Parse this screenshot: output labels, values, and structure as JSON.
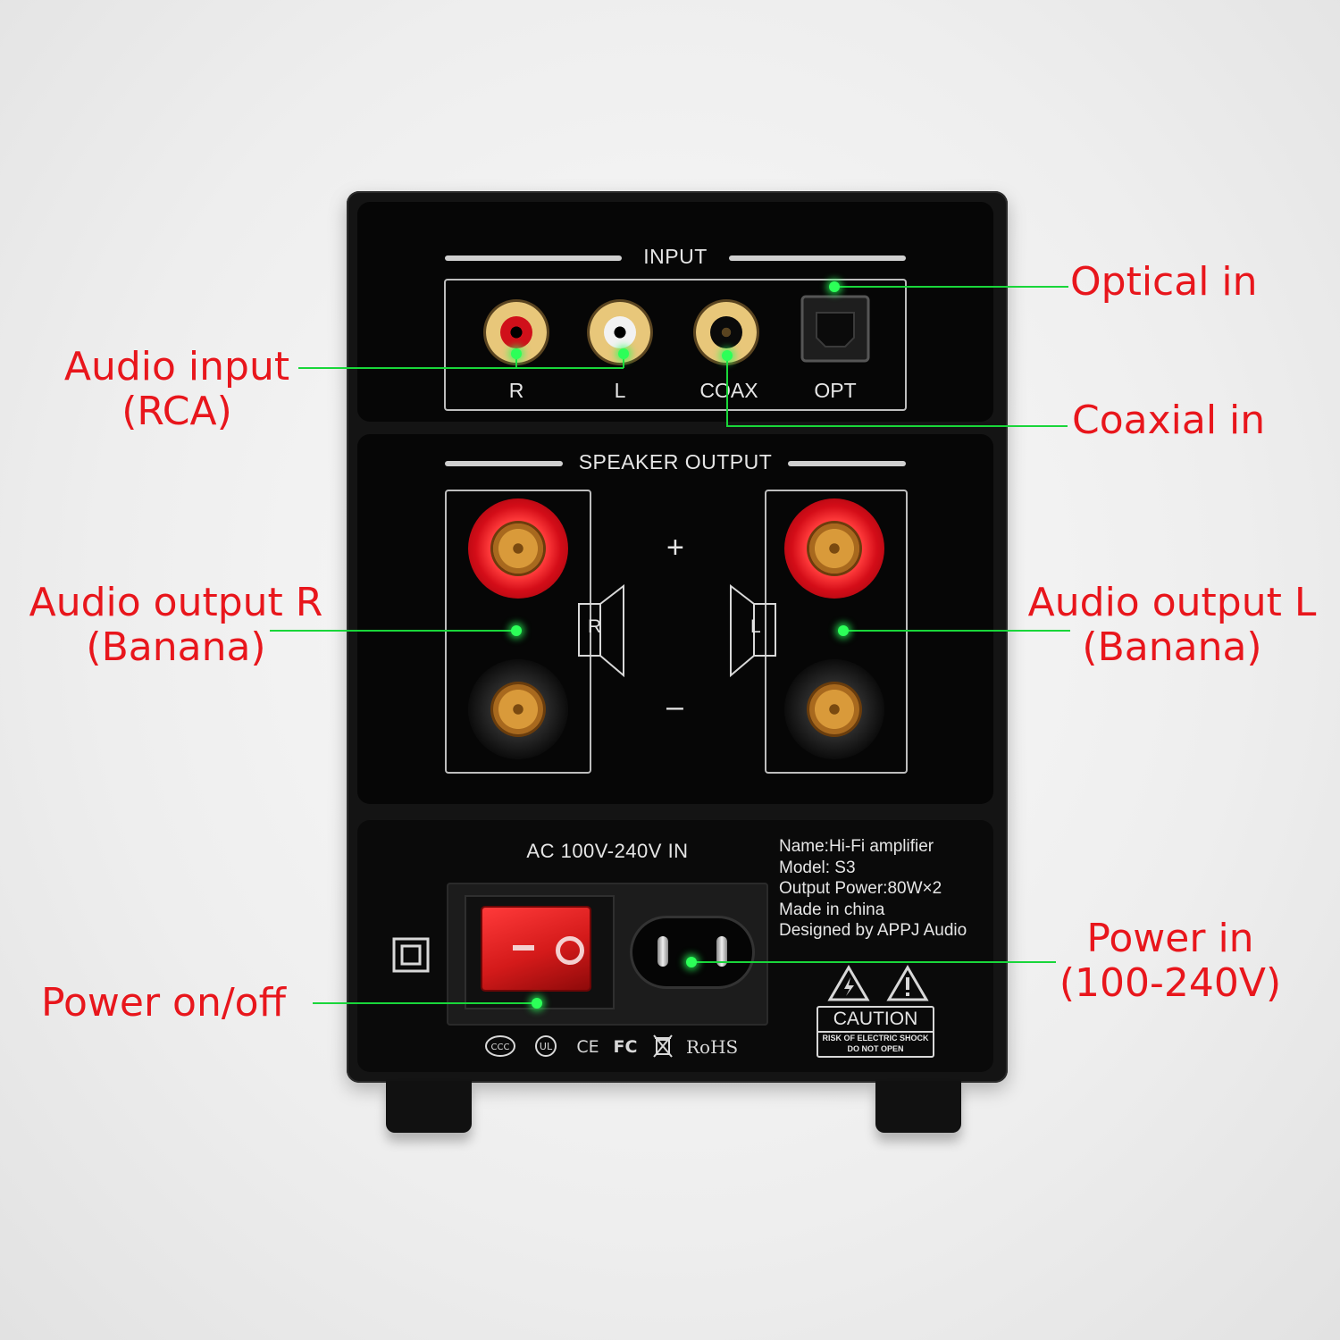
{
  "callouts": {
    "optical_in": "Optical in",
    "audio_input": [
      "Audio input",
      "(RCA)"
    ],
    "coaxial_in": "Coaxial in",
    "audio_output_r": [
      "Audio output R",
      "(Banana)"
    ],
    "audio_output_l": [
      "Audio output L",
      "(Banana)"
    ],
    "power_in": [
      "Power in",
      "(100-240V)"
    ],
    "power_onoff": "Power on/off"
  },
  "input_panel": {
    "title": "INPUT",
    "jacks": [
      {
        "label": "R",
        "color": "#d0101a"
      },
      {
        "label": "L",
        "color": "#f2f2f2"
      },
      {
        "label": "COAX",
        "color": "#111111"
      },
      {
        "label": "OPT"
      }
    ]
  },
  "speaker_panel": {
    "title": "SPEAKER OUTPUT",
    "plus": "+",
    "minus": "–",
    "right_label": "R",
    "left_label": "L"
  },
  "power_panel": {
    "ac_label": "AC 100V-240V IN",
    "info_lines": [
      "Name:Hi-Fi amplifier",
      "Model: S3",
      "Output Power:80W×2",
      "Made in china",
      "Designed by APPJ Audio"
    ],
    "caution_title": "CAUTION",
    "caution_line1": "RISK OF ELECTRIC SHOCK",
    "caution_line2": "DO NOT OPEN",
    "certs": [
      "RoHS"
    ]
  },
  "colors": {
    "callout": "#e8161c",
    "annotation": "#19d63a",
    "positive_terminal": "#e0101c",
    "switch": "#d41a1a"
  },
  "icons": [
    "optical-port-icon",
    "speaker-icon",
    "double-insulation-icon",
    "warning-triangle-icon",
    "ccc-mark-icon",
    "ul-mark-icon",
    "ce-mark-icon",
    "fcc-mark-icon",
    "weee-bin-icon"
  ]
}
